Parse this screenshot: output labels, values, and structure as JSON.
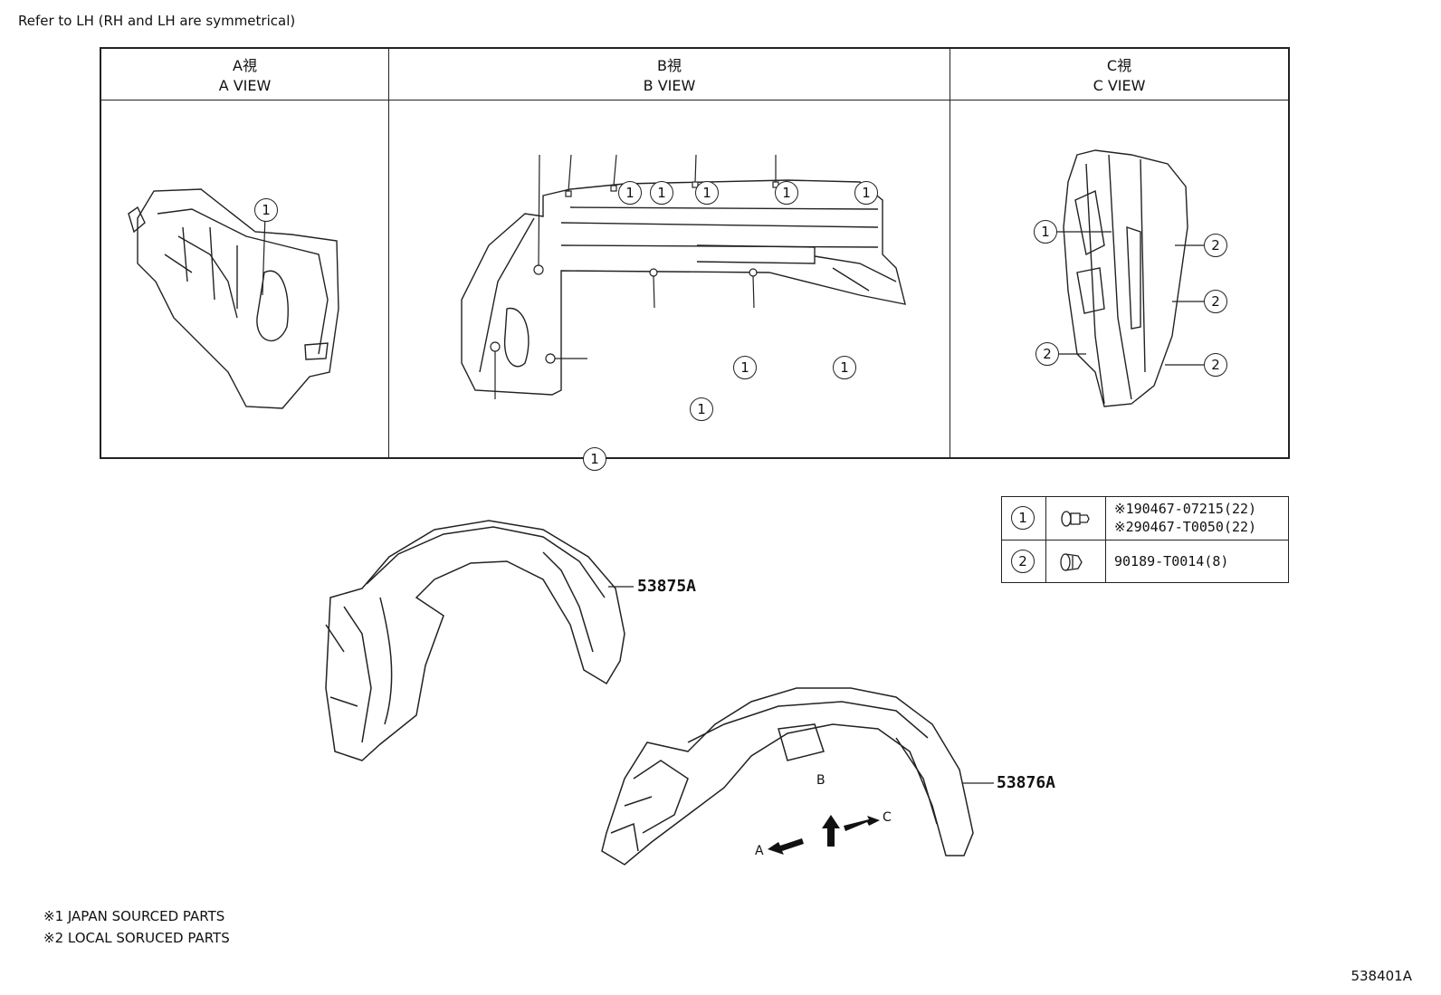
{
  "header_note": "Refer to LH (RH and LH are symmetrical)",
  "views": [
    {
      "title_jp": "A視",
      "title_en": "A VIEW"
    },
    {
      "title_jp": "B視",
      "title_en": "B VIEW"
    },
    {
      "title_jp": "C視",
      "title_en": "C VIEW"
    }
  ],
  "callout_1": "1",
  "callout_2": "2",
  "parts_table": {
    "rows": [
      {
        "no": "1",
        "icon": "clip-icon",
        "lines": [
          "※190467-07215(22)",
          "※290467-T0050(22)"
        ]
      },
      {
        "no": "2",
        "icon": "nut-icon",
        "lines": [
          "90189-T0014(8)"
        ]
      }
    ]
  },
  "part_labels": {
    "front_liner": "53875A",
    "rear_liner": "53876A"
  },
  "arrows": {
    "a": "A",
    "b": "B",
    "c": "C"
  },
  "footnotes": [
    "※1 JAPAN SOURCED PARTS",
    "※2 LOCAL SORUCED PARTS"
  ],
  "diagram_id": "538401A"
}
